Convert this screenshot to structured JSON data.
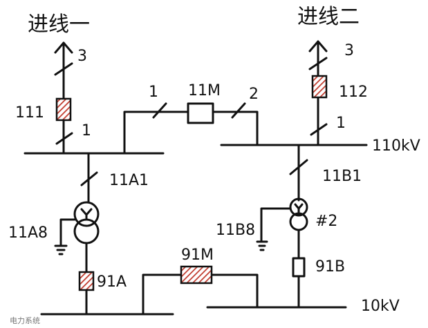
{
  "colors": {
    "ink": "#111111",
    "breaker_fill": "#c0392b",
    "background": "#ffffff"
  },
  "labels": {
    "incoming_line_1": "进线一",
    "incoming_line_2": "进线二",
    "wire_count_left": "3",
    "wire_count_right": "3",
    "breaker_111": "111",
    "breaker_112": "112",
    "ct_left_111": "1",
    "ct_right_112": "1",
    "bus_tie_11M": "11M",
    "tie_left_mark": "1",
    "tie_right_mark": "2",
    "hv_bus_voltage": "110kV",
    "transformer_1_hv": "11A1",
    "transformer_2_hv": "11B1",
    "neutral_1": "11A8",
    "neutral_2": "11B8",
    "transformer_2_tag": "#2",
    "lv_breaker_91A": "91A",
    "lv_breaker_91B": "91B",
    "lv_tie_91M": "91M",
    "lv_bus_voltage": "10kV",
    "watermark": "电力系统"
  }
}
